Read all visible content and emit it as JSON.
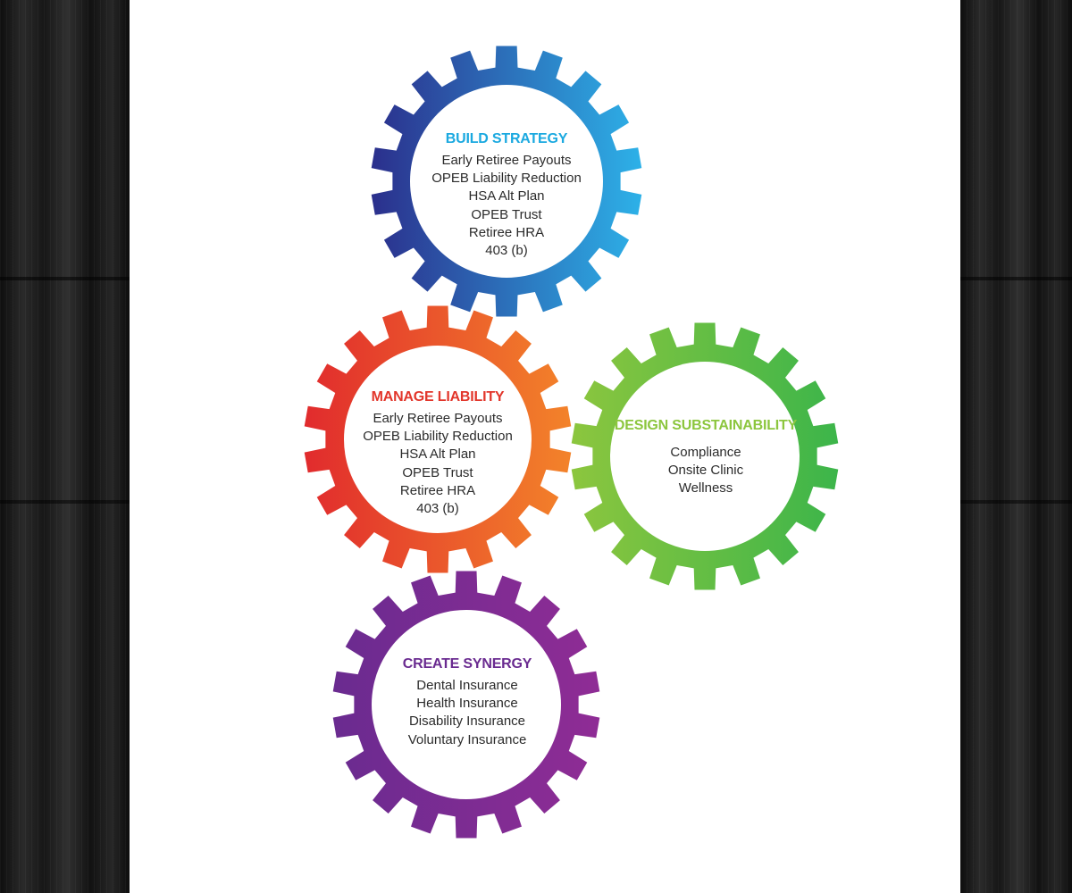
{
  "colors": {
    "build": [
      "#2b2f8c",
      "#2db1e8"
    ],
    "manage": [
      "#e12b2d",
      "#f3832a"
    ],
    "design": [
      "#8cc63e",
      "#3cb54a"
    ],
    "create": [
      "#6a2b90",
      "#8f2c95"
    ],
    "background": "#161616",
    "panel": "#ffffff"
  },
  "gears": [
    {
      "id": "build",
      "title": "BUILD STRATEGY",
      "title_color": "#1ba9e0",
      "items": [
        "Early Retiree Payouts",
        "OPEB Liability Reduction",
        "HSA Alt Plan",
        "OPEB Trust",
        "Retiree HRA",
        "403 (b)"
      ]
    },
    {
      "id": "manage",
      "title": "MANAGE LIABILITY",
      "title_color": "#e2362b",
      "items": [
        "Early Retiree Payouts",
        "OPEB Liability Reduction",
        "HSA Alt Plan",
        "OPEB Trust",
        "Retiree HRA",
        "403 (b)"
      ]
    },
    {
      "id": "design",
      "title": "DESIGN SUBSTAINABILITY",
      "title_color": "#8cc63e",
      "items": [
        "Compliance",
        "Onsite Clinic",
        "Wellness"
      ]
    },
    {
      "id": "create",
      "title": "CREATE SYNERGY",
      "title_color": "#6a2b90",
      "items": [
        "Dental Insurance",
        "Health Insurance",
        "Disability Insurance",
        "Voluntary Insurance"
      ]
    }
  ]
}
